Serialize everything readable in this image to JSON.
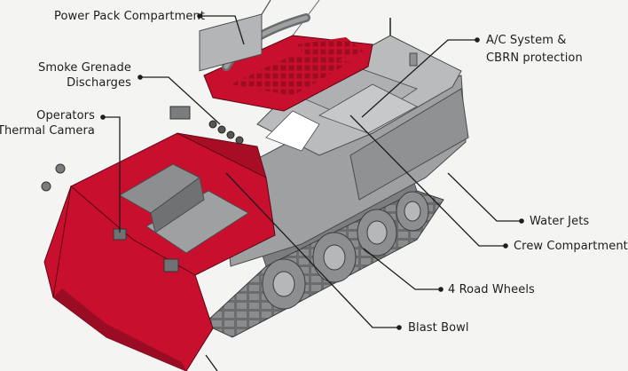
{
  "callouts": {
    "power_pack": "Power Pack Compartment",
    "smoke_1": "Smoke Grenade",
    "smoke_2": "Discharges",
    "thermal_1": "Operators",
    "thermal_2": "Thermal Camera",
    "ac_1": "A/C System &",
    "ac_2": "CBRN protection",
    "water_jets": "Water Jets",
    "crew": "Crew Compartment",
    "wheels": "4 Road Wheels",
    "blast": "Blast Bowl"
  },
  "colors": {
    "armor_red": "#c8102e",
    "armor_grey": "#a7a9ab",
    "track": "#5a5c5e",
    "leader": "#1d1d1d"
  }
}
